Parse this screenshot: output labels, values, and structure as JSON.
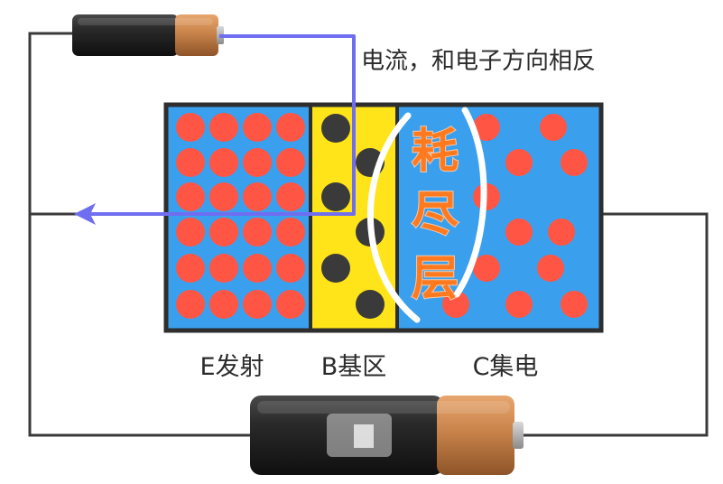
{
  "annotation": "电流，和电子方向相反",
  "regions": {
    "emitter": "E发射",
    "base": "B基区",
    "collector": "C集电"
  },
  "depletion_text": [
    "耗",
    "尽",
    "层"
  ],
  "colors": {
    "wire": "#3a3a3a",
    "current_arrow": "#6f6ef0",
    "semiconductor_blue": "#3aa0ee",
    "base_yellow": "#ffe41a",
    "border": "#2e2e2e",
    "electron_red": "#ff5544",
    "hole_dark": "#3a3a3a",
    "depletion_label": "#ff7a1f",
    "battery_body": "#1f1f1f",
    "battery_copper": "#c8834a"
  }
}
